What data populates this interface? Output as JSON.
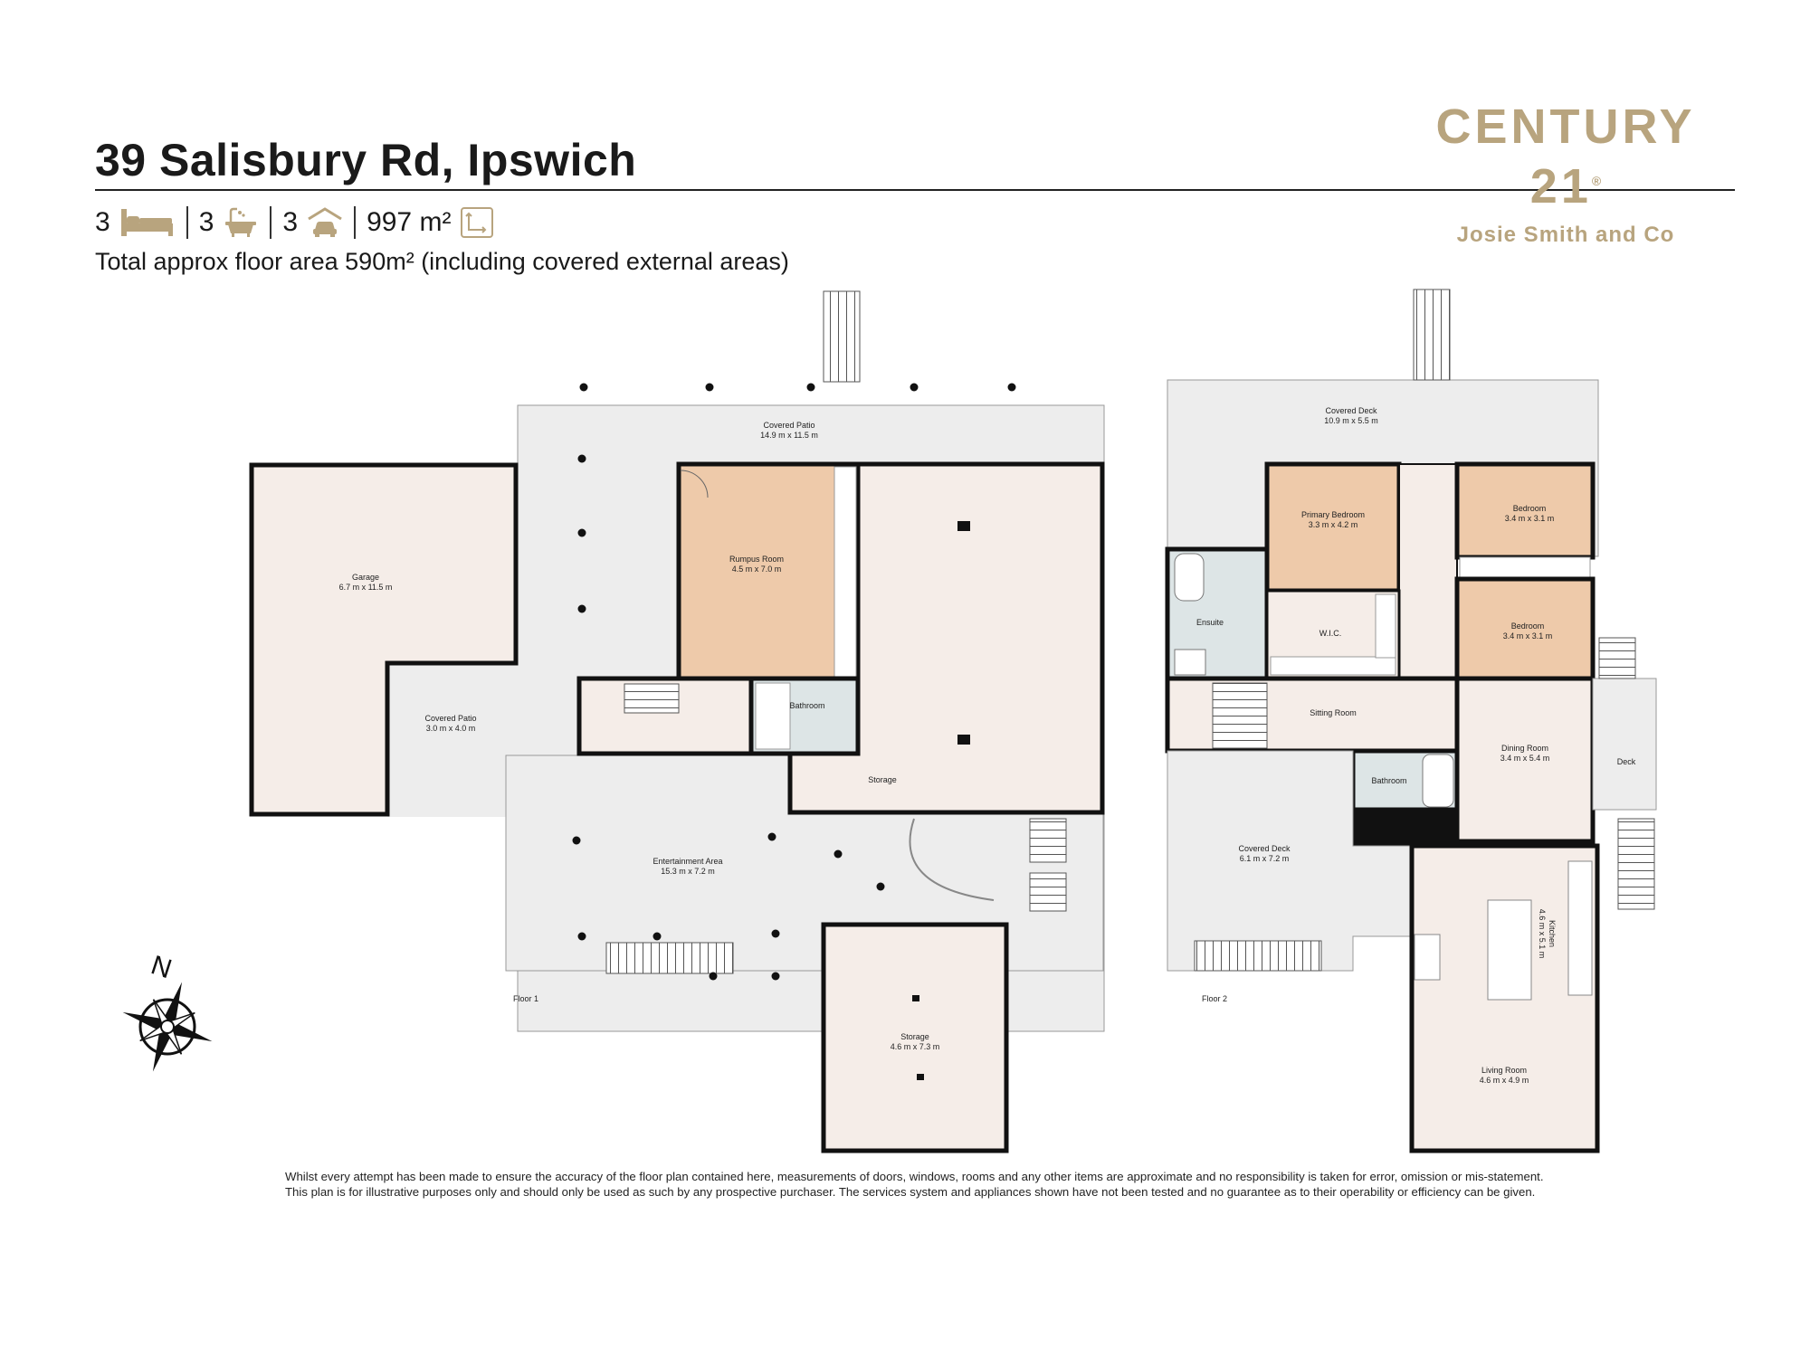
{
  "header": {
    "address": "39 Salisbury Rd, Ipswich",
    "stats": {
      "bedrooms": "3",
      "bathrooms": "3",
      "car_spaces": "3",
      "land_area": "997 m²"
    },
    "floor_area_note": "Total approx floor area 590m² (including covered external areas)"
  },
  "brand": {
    "name": "CENTURY 21",
    "registered_mark": "®",
    "office": "Josie Smith and Co",
    "color": "#b8a47e"
  },
  "colors": {
    "wall": "#111111",
    "outdoor_area": "#ededed",
    "indoor_area": "#f5ede8",
    "highlight_room": "#eecaaa",
    "wet_area": "#dde5e6"
  },
  "compass": {
    "north_label": "N"
  },
  "floor_plan": {
    "floor1": {
      "label": "Floor 1",
      "rooms": {
        "covered_patio_main": {
          "name": "Covered Patio",
          "dims": "14.9 m x 11.5 m"
        },
        "garage": {
          "name": "Garage",
          "dims": "6.7 m x 11.5 m"
        },
        "rumpus": {
          "name": "Rumpus Room",
          "dims": "4.5 m x 7.0 m"
        },
        "covered_patio_small": {
          "name": "Covered Patio",
          "dims": "3.0 m x 4.0 m"
        },
        "bathroom": {
          "name": "Bathroom"
        },
        "storage_large": {
          "name": "Storage"
        },
        "entertainment": {
          "name": "Entertainment Area",
          "dims": "15.3 m x 7.2 m"
        },
        "storage_small": {
          "name": "Storage",
          "dims": "4.6 m x 7.3 m"
        }
      }
    },
    "floor2": {
      "label": "Floor 2",
      "rooms": {
        "covered_deck_top": {
          "name": "Covered Deck",
          "dims": "10.9 m x 5.5 m"
        },
        "primary_bedroom": {
          "name": "Primary Bedroom",
          "dims": "3.3 m x 4.2 m"
        },
        "bedroom_a": {
          "name": "Bedroom",
          "dims": "3.4 m x 3.1 m"
        },
        "bedroom_b": {
          "name": "Bedroom",
          "dims": "3.4 m x 3.1 m"
        },
        "ensuite": {
          "name": "Ensuite"
        },
        "wic": {
          "name": "W.I.C."
        },
        "sitting": {
          "name": "Sitting Room"
        },
        "dining": {
          "name": "Dining Room",
          "dims": "3.4 m x 5.4 m"
        },
        "deck": {
          "name": "Deck"
        },
        "bathroom": {
          "name": "Bathroom"
        },
        "covered_deck_left": {
          "name": "Covered Deck",
          "dims": "6.1 m x 7.2 m"
        },
        "kitchen": {
          "name": "Kitchen",
          "dims": "4.6 m x 5.1 m"
        },
        "living": {
          "name": "Living Room",
          "dims": "4.6 m x 4.9 m"
        }
      }
    }
  },
  "disclaimer": {
    "line1": "Whilst every attempt has been made to ensure the accuracy of the floor plan contained here, measurements of doors, windows, rooms and any other items are approximate and no responsibility is taken for error, omission or mis-statement.",
    "line2": "This plan is for illustrative purposes only and should only be used as such by any prospective purchaser. The services system and appliances shown have not been tested and no guarantee as to their operability or efficiency can be given."
  }
}
